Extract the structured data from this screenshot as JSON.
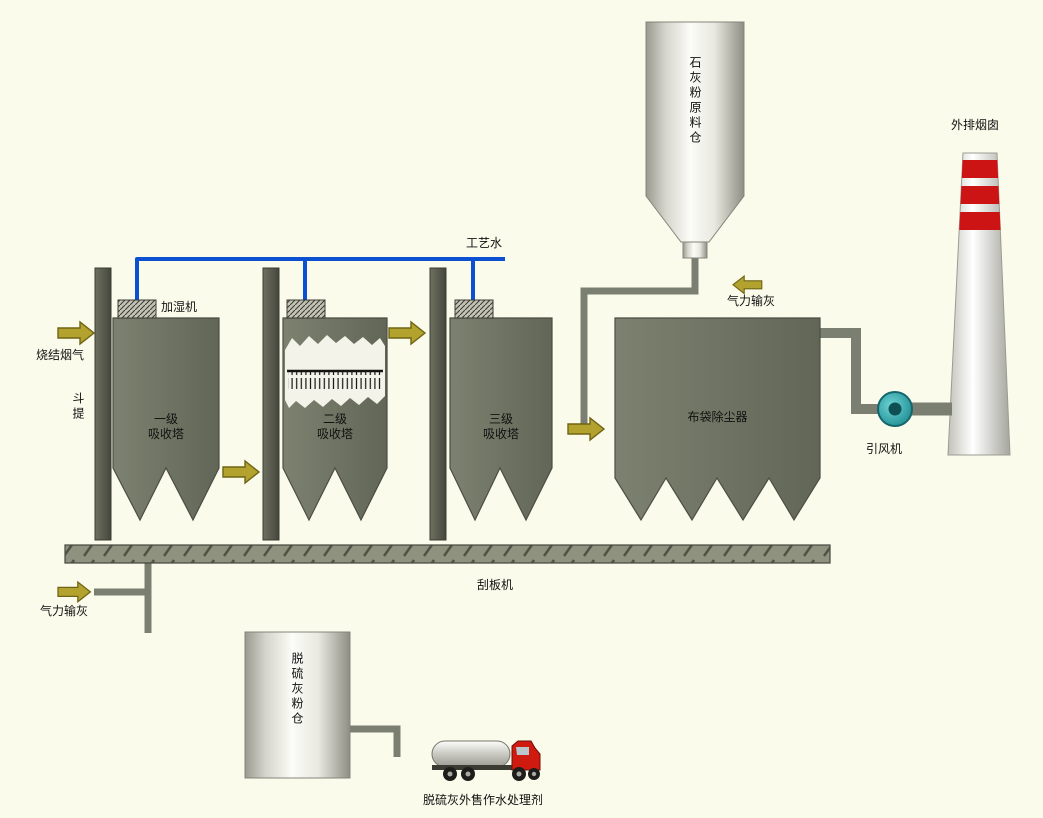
{
  "colors": {
    "background": "#fbfbec",
    "text": "#111111",
    "tower_fill": "#6e7263",
    "tower_stroke": "#4b4e42",
    "pipe": "#7b7f71",
    "water": "#0a50d0",
    "arrow_fill": "#b3a22e",
    "arrow_stroke": "#6f6415",
    "conveyor_fill": "#8f927f",
    "chimney_red": "#cc1414",
    "fan_teal": "#2d9aa0",
    "truck_cab_red": "#cf1a10"
  },
  "labels": {
    "lime_silo": "石灰粉原料仓",
    "chimney": "外排烟囱",
    "process_water": "工艺水",
    "humidifier": "加湿机",
    "sinter_flue_gas": "烧结烟气",
    "bucket_elevator": "斗提",
    "tower1": "一级\n吸收塔",
    "tower2": "二级\n吸收塔",
    "tower3": "三级\n吸收塔",
    "baghouse": "布袋除尘器",
    "pneumatic_ash_top": "气力输灰",
    "fan": "引风机",
    "scraper": "刮板机",
    "pneumatic_ash_bottom": "气力输灰",
    "ash_silo": "脱硫灰粉仓",
    "truck_note": "脱硫灰外售作水处理剂"
  }
}
